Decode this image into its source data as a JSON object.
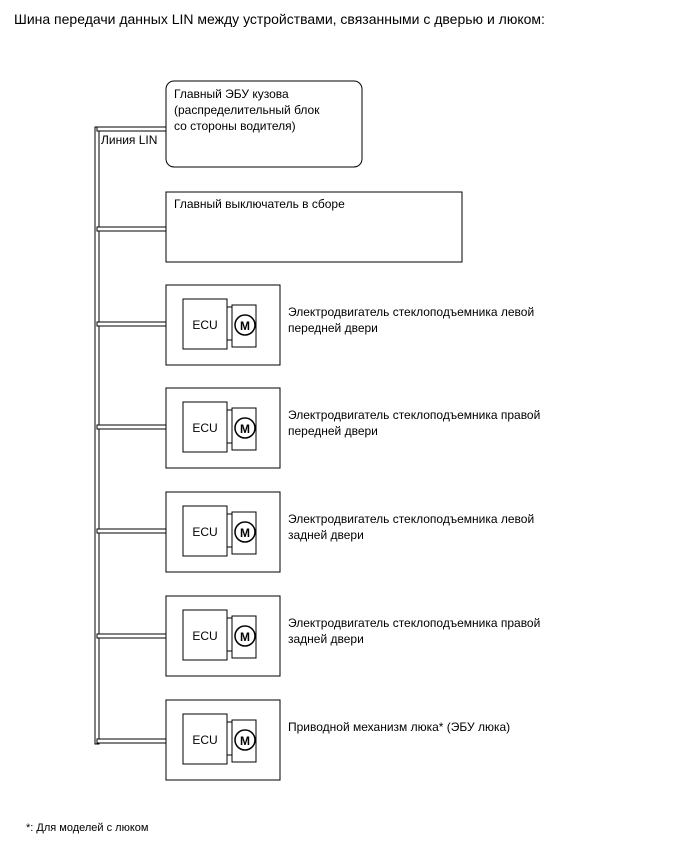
{
  "title": "Шина передачи данных LIN между устройствами, связанными с дверью и люком:",
  "lin_label": "Линия LIN",
  "main_ecu": {
    "lines": [
      "Главный ЭБУ кузова",
      "(распределительный блок",
      "со стороны водителя)"
    ]
  },
  "master_switch": {
    "label": "Главный выключатель в сборе"
  },
  "ecu_label": "ECU",
  "motor_label": "M",
  "devices": [
    {
      "lines": [
        "Электродвигатель стеклоподъемника левой",
        "передней двери"
      ]
    },
    {
      "lines": [
        "Электродвигатель стеклоподъемника правой",
        "передней двери"
      ]
    },
    {
      "lines": [
        "Электродвигатель стеклоподъемника левой",
        "задней двери"
      ]
    },
    {
      "lines": [
        "Электродвигатель стеклоподъемника правой",
        "задней двери"
      ]
    },
    {
      "lines": [
        "Приводной механизм люка* (ЭБУ люка)"
      ]
    }
  ],
  "footnote": "*: Для моделей с люком"
}
